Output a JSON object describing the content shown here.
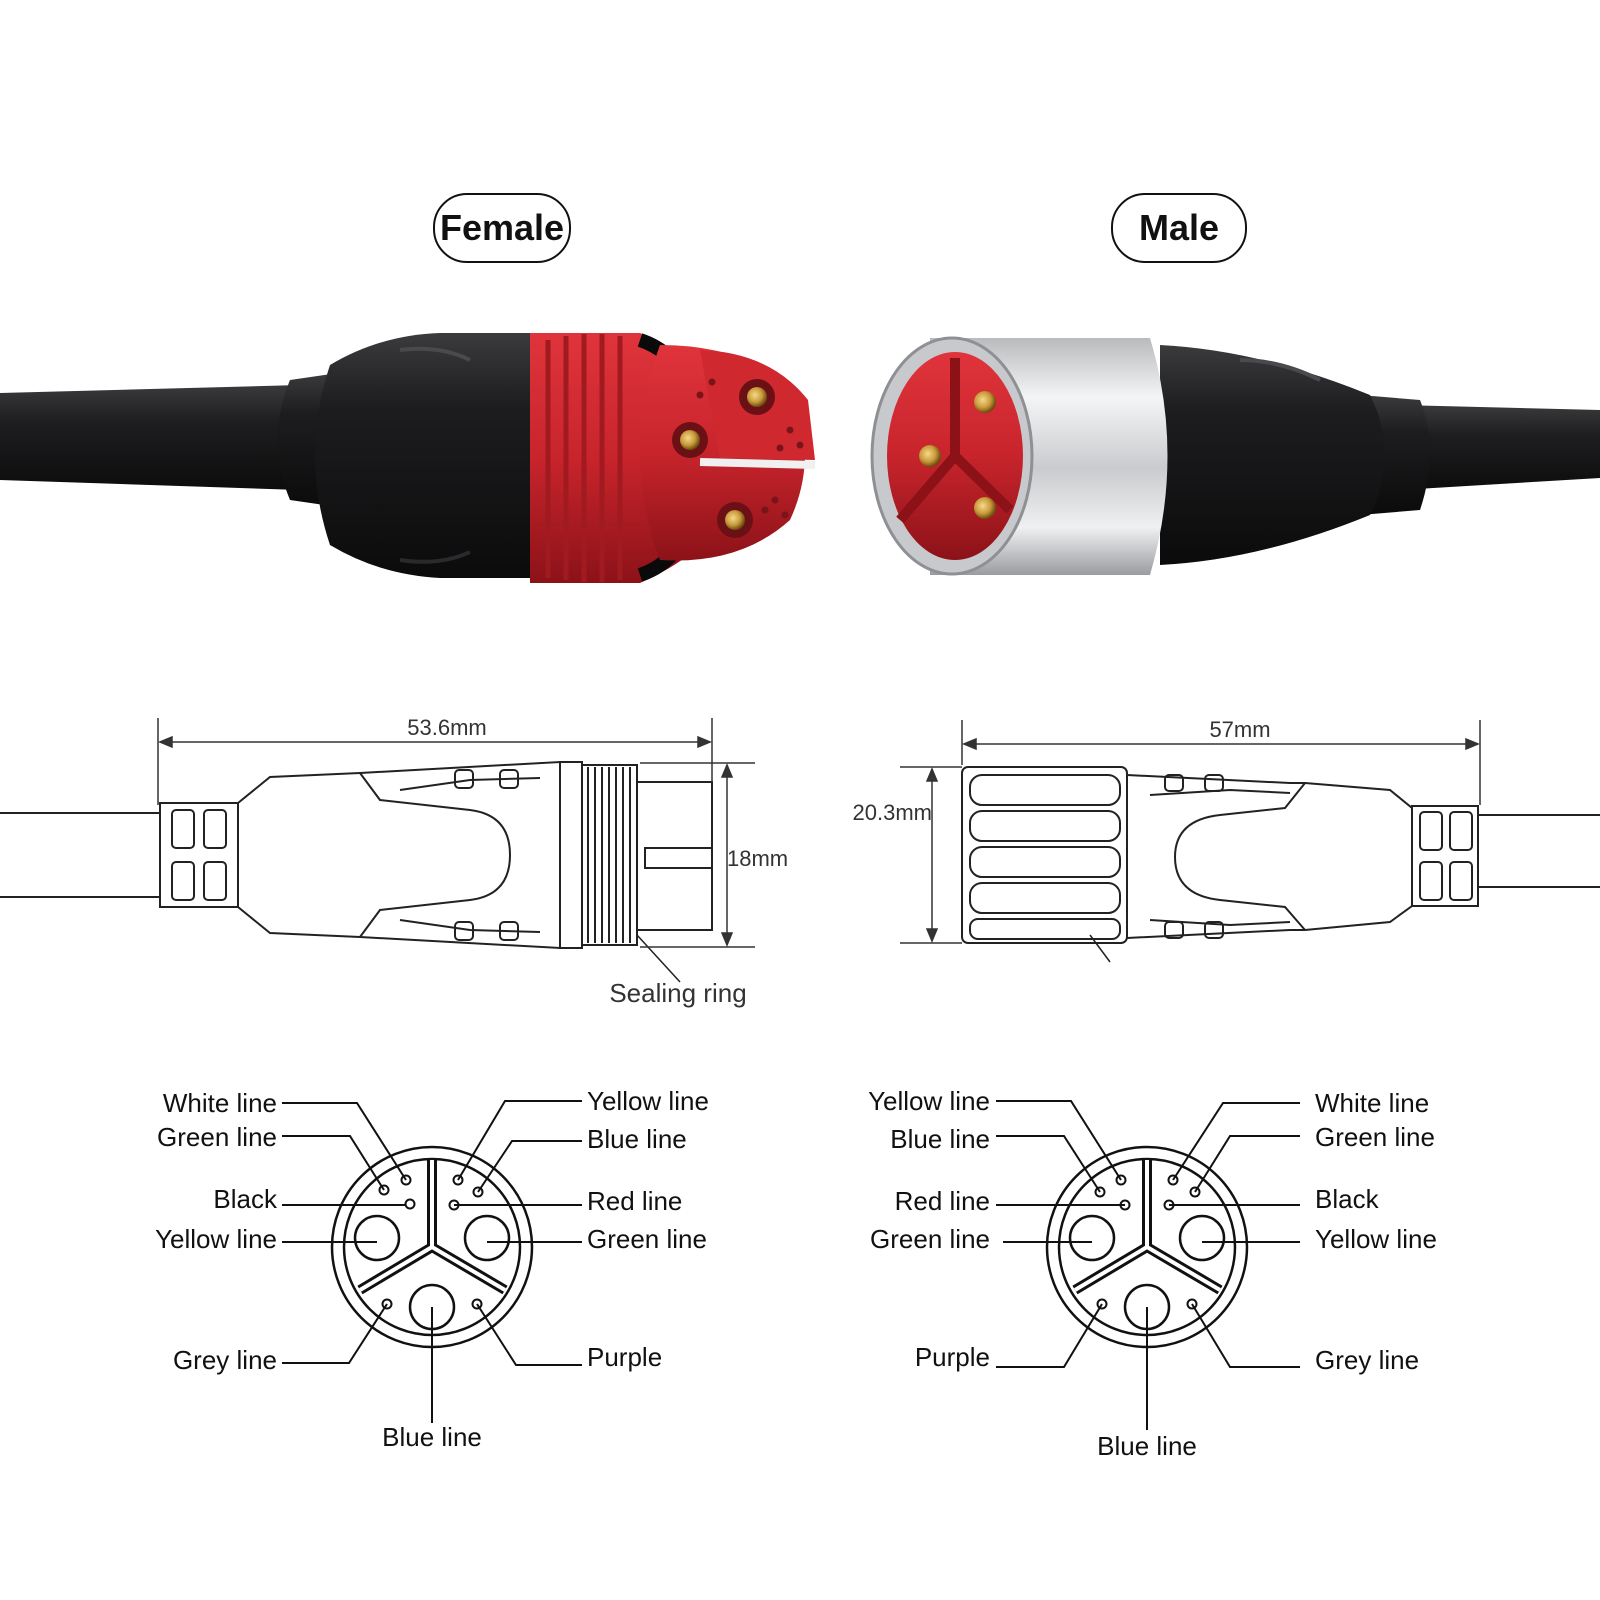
{
  "labels": {
    "female": "Female",
    "male": "Male"
  },
  "dimensions": {
    "female_length": "53.6mm",
    "female_diameter": "18mm",
    "male_length": "57mm",
    "male_diameter": "20.3mm",
    "sealing_ring": "Sealing ring"
  },
  "female_pinout": {
    "left": [
      "White line",
      "Green line",
      "Black",
      "Yellow line",
      "Grey line"
    ],
    "right": [
      "Yellow line",
      "Blue line",
      "Red line",
      "Green line",
      "Purple"
    ],
    "bottom": "Blue line"
  },
  "male_pinout": {
    "left": [
      "Yellow line",
      "Blue line",
      "Red line",
      "Green line",
      "Purple"
    ],
    "right": [
      "White line",
      "Green line",
      "Black",
      "Yellow line",
      "Grey line"
    ],
    "bottom": "Blue line"
  },
  "colors": {
    "housing_red": "#c8242c",
    "body_black": "#1b1b1d",
    "metal_silver": "#d6d8da",
    "pin_gold": "#c99a3a",
    "line": "#222222"
  }
}
